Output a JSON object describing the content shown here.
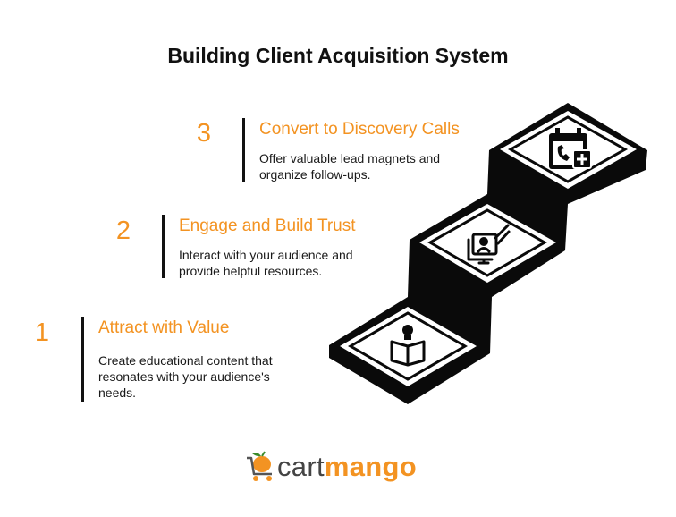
{
  "title": "Building Client Acquisition System",
  "steps": [
    {
      "number": "1",
      "heading": "Attract with Value",
      "description": "Create educational content that resonates with your audience's needs.",
      "icon": "reading-person-icon"
    },
    {
      "number": "2",
      "heading": "Engage and Build Trust",
      "description": "Interact with your audience and provide helpful resources.",
      "icon": "video-call-icon"
    },
    {
      "number": "3",
      "heading": "Convert to Discovery Calls",
      "description": "Offer valuable lead magnets and organize follow-ups.",
      "icon": "calendar-phone-icon"
    }
  ],
  "logo": {
    "part1": "cart",
    "part2": "mango"
  },
  "colors": {
    "accent": "#f39322",
    "ink": "#111111",
    "logo_gray": "#444444"
  }
}
